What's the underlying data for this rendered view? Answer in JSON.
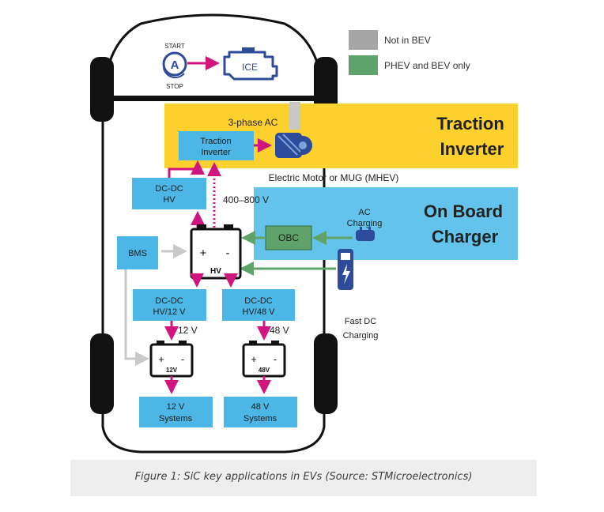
{
  "legend": {
    "items": [
      {
        "label": "Not in BEV",
        "color": "#a6a6a6"
      },
      {
        "label": "PHEV and BEV only",
        "color": "#5fa36a"
      }
    ]
  },
  "engine": {
    "start_label": "START",
    "stop_label": "STOP",
    "button_letter": "A",
    "ice_label": "ICE"
  },
  "sections": {
    "traction_inverter": {
      "title_line1": "Traction",
      "title_line2": "Inverter",
      "color": "#fcd02d"
    },
    "on_board_charger": {
      "title_line1": "On Board",
      "title_line2": "Charger",
      "color": "#63c3ea"
    }
  },
  "labels": {
    "three_phase": "3-phase AC",
    "motor": "Electric Motor or MUG (MHEV)",
    "hv_voltage": "400–800 V",
    "ac_charging_line1": "AC",
    "ac_charging_line2": "Charging",
    "fast_dc_line1": "Fast DC",
    "fast_dc_line2": "Charging",
    "v12": "12 V",
    "v48": "48 V"
  },
  "blocks": {
    "traction_inverter_line1": "Traction",
    "traction_inverter_line2": "Inverter",
    "dcdc_hv_line1": "DC-DC",
    "dcdc_hv_line2": "HV",
    "obc": "OBC",
    "bms": "BMS",
    "dcdc_12_line1": "DC-DC",
    "dcdc_12_line2": "HV/12 V",
    "dcdc_48_line1": "DC-DC",
    "dcdc_48_line2": "HV/48 V",
    "sys12_line1": "12 V",
    "sys12_line2": "Systems",
    "sys48_line1": "48 V",
    "sys48_line2": "Systems"
  },
  "batteries": {
    "hv": {
      "plus": "+",
      "minus": "-",
      "label": "HV"
    },
    "b12": {
      "plus": "+",
      "minus": "-",
      "label": "12V"
    },
    "b48": {
      "plus": "+",
      "minus": "-",
      "label": "48V"
    }
  },
  "colors": {
    "block_blue": "#4cb6e6",
    "arrow_magenta": "#d1157f",
    "arrow_green": "#5fa36a",
    "arrow_gray": "#c8c8c8"
  },
  "caption": "Figure 1: SiC key applications in EVs (Source: STMicroelectronics)"
}
